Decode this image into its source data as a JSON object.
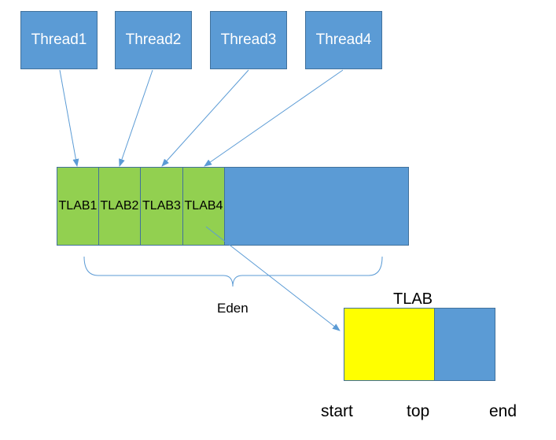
{
  "threads": [
    {
      "label": "Thread1"
    },
    {
      "label": "Thread2"
    },
    {
      "label": "Thread3"
    },
    {
      "label": "Thread4"
    }
  ],
  "tlabs": [
    {
      "label": "TLAB1"
    },
    {
      "label": "TLAB2"
    },
    {
      "label": "TLAB3"
    },
    {
      "label": "TLAB4"
    }
  ],
  "eden_label": "Eden",
  "detail": {
    "title": "TLAB",
    "start_label": "start",
    "top_label": "top",
    "end_label": "end"
  },
  "colors": {
    "thread_fill": "#5b9bd5",
    "tlab_fill": "#92d050",
    "used_fill": "#ffff00",
    "arrow": "#5b9bd5"
  }
}
